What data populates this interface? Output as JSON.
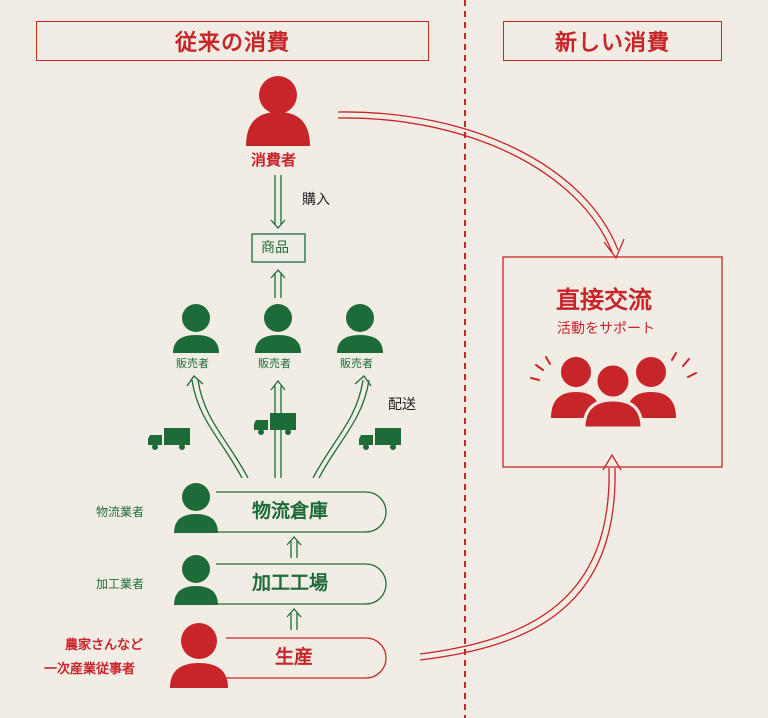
{
  "headers": {
    "traditional": "従来の消費",
    "new": "新しい消費"
  },
  "nodes": {
    "consumer": "消費者",
    "purchase": "購入",
    "product": "商品",
    "seller": "販売者",
    "delivery": "配送",
    "warehouse": "物流倉庫",
    "processing": "加工工場",
    "production": "生産"
  },
  "actors": {
    "logistics": "物流業者",
    "processor": "加工業者",
    "farmer_line1": "農家さんなど",
    "farmer_line2": "一次産業従事者"
  },
  "direct": {
    "title": "直接交流",
    "subtitle": "活動をサポート"
  },
  "colors": {
    "red": "#c8252b",
    "green": "#1e6b3a",
    "background": "#f1ede5"
  }
}
